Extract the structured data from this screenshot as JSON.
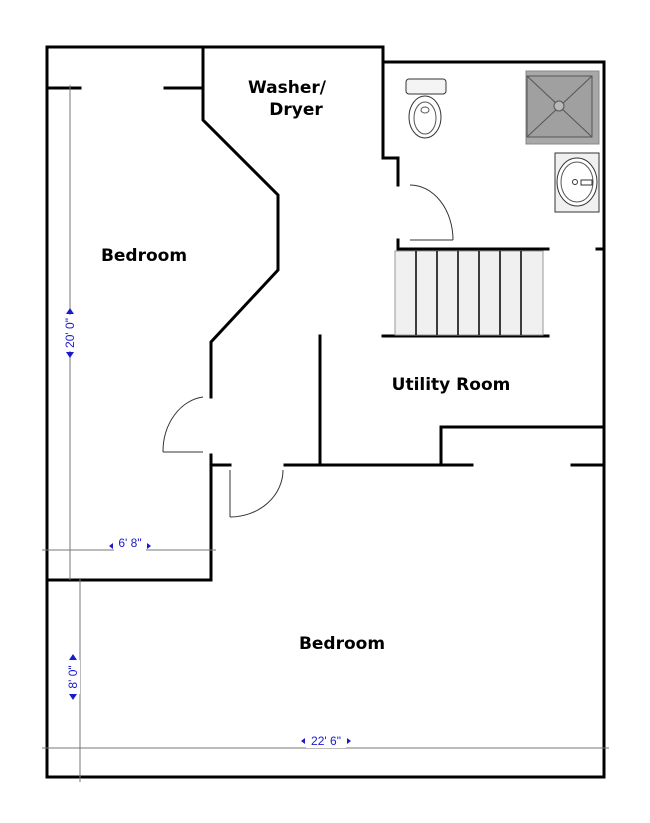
{
  "rooms": {
    "washer_line1": "Washer/",
    "washer_line2": "Dryer",
    "bedroom_top": "Bedroom",
    "utility": "Utility Room",
    "bedroom_bottom": "Bedroom"
  },
  "dimensions": {
    "left_height": "20' 0\"",
    "top_bedroom_width": "6' 8\"",
    "bottom_bedroom_height": "8' 0\"",
    "total_width": "22' 6\""
  },
  "colors": {
    "dimension": "#1a1acc",
    "wall": "#000000",
    "shower": "#a8a8a8",
    "stairs": "#f0f0f0"
  }
}
